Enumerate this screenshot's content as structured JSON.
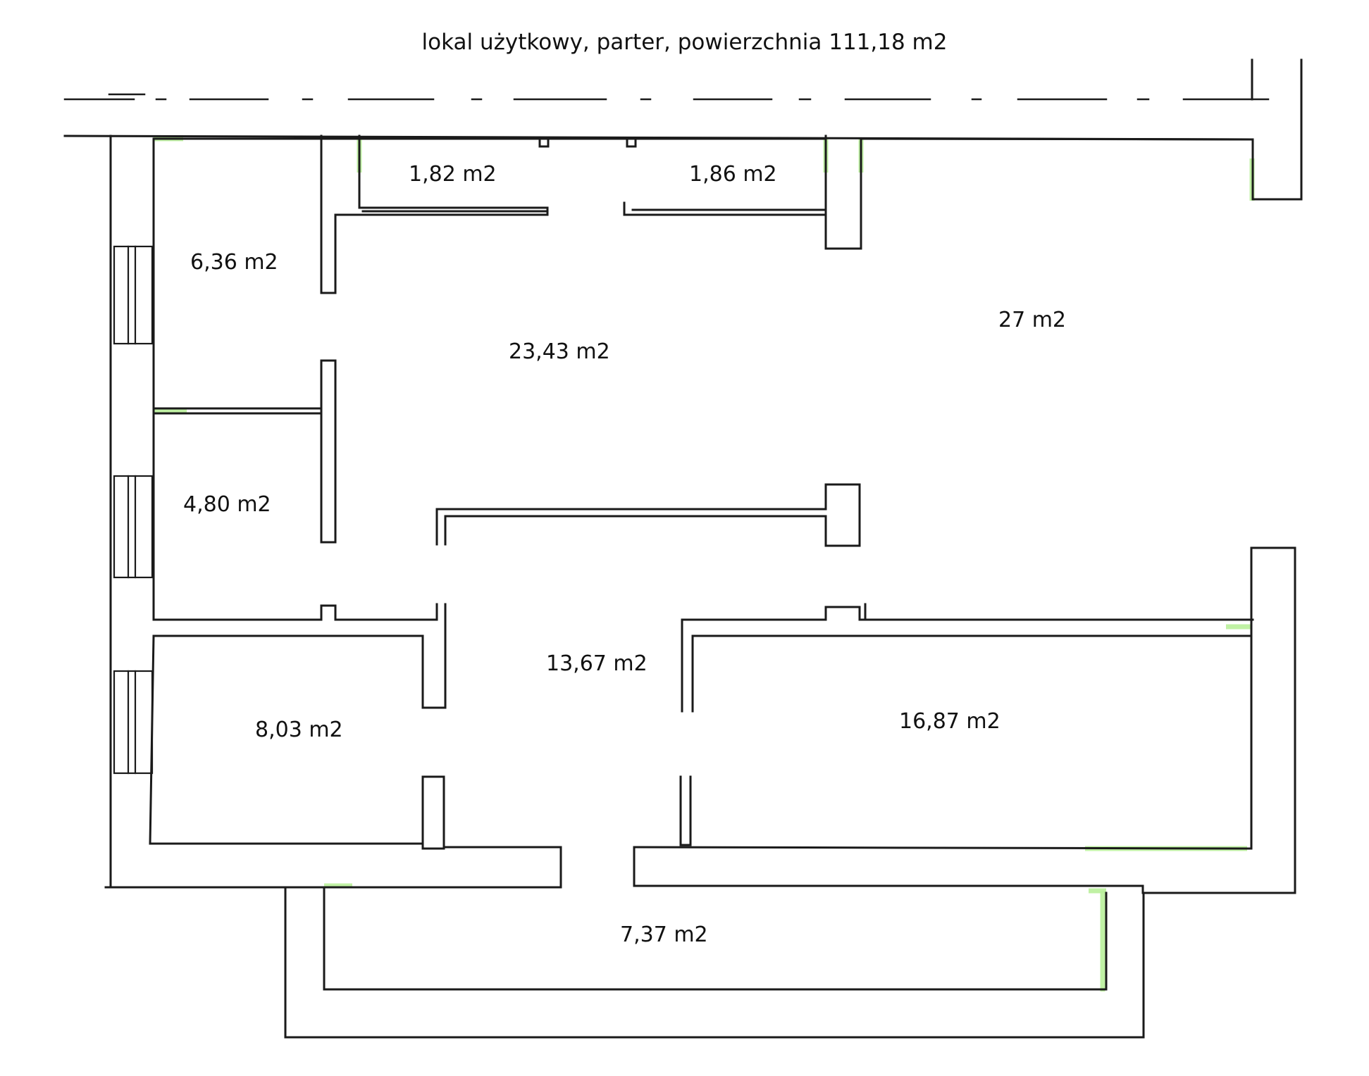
{
  "title": "lokal użytkowy, parter, powierzchnia 111,18 m2",
  "rooms": [
    {
      "id": "wc-a",
      "area": "1,82 m2"
    },
    {
      "id": "wc-b",
      "area": "1,86 m2"
    },
    {
      "id": "room-nw",
      "area": "6,36 m2"
    },
    {
      "id": "hall-main",
      "area": "23,43 m2"
    },
    {
      "id": "hall-east",
      "area": "27 m2"
    },
    {
      "id": "room-w",
      "area": "4,80 m2"
    },
    {
      "id": "corridor",
      "area": "13,67 m2"
    },
    {
      "id": "room-sw",
      "area": "8,03 m2"
    },
    {
      "id": "room-se",
      "area": "16,87 m2"
    },
    {
      "id": "porch",
      "area": "7,37 m2"
    }
  ],
  "colors": {
    "walls": "#1a1a1a",
    "wall_highlight": "#b9ef9a",
    "background": "#ffffff"
  }
}
